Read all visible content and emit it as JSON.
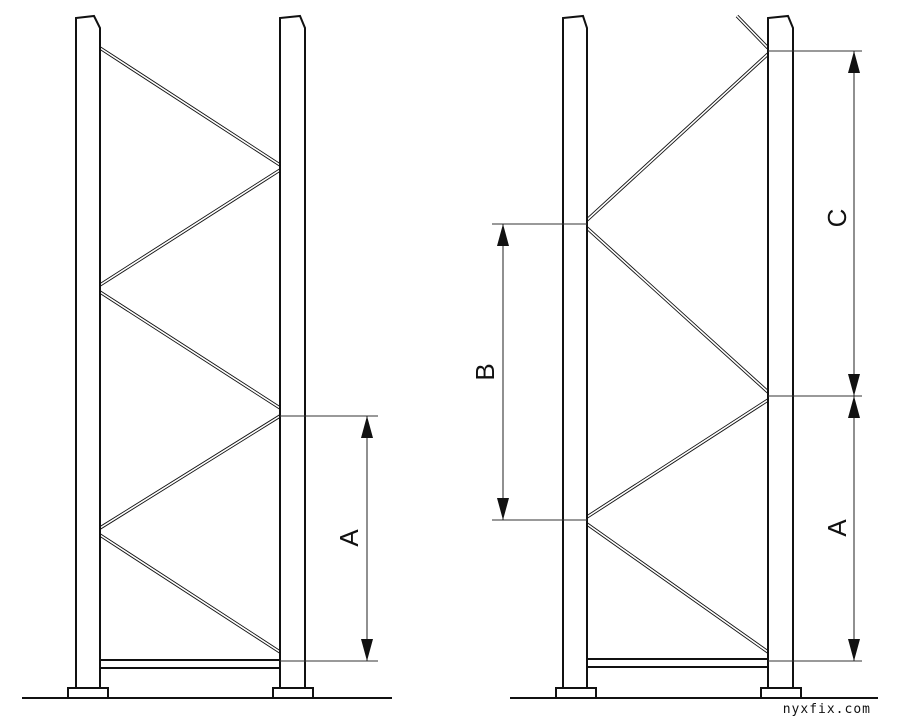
{
  "labels": {
    "left_a": "A",
    "right_b": "B",
    "right_c": "C",
    "right_a": "A"
  },
  "watermark": "nyxfix.com",
  "colors": {
    "stroke": "#111111",
    "background": "#ffffff"
  }
}
